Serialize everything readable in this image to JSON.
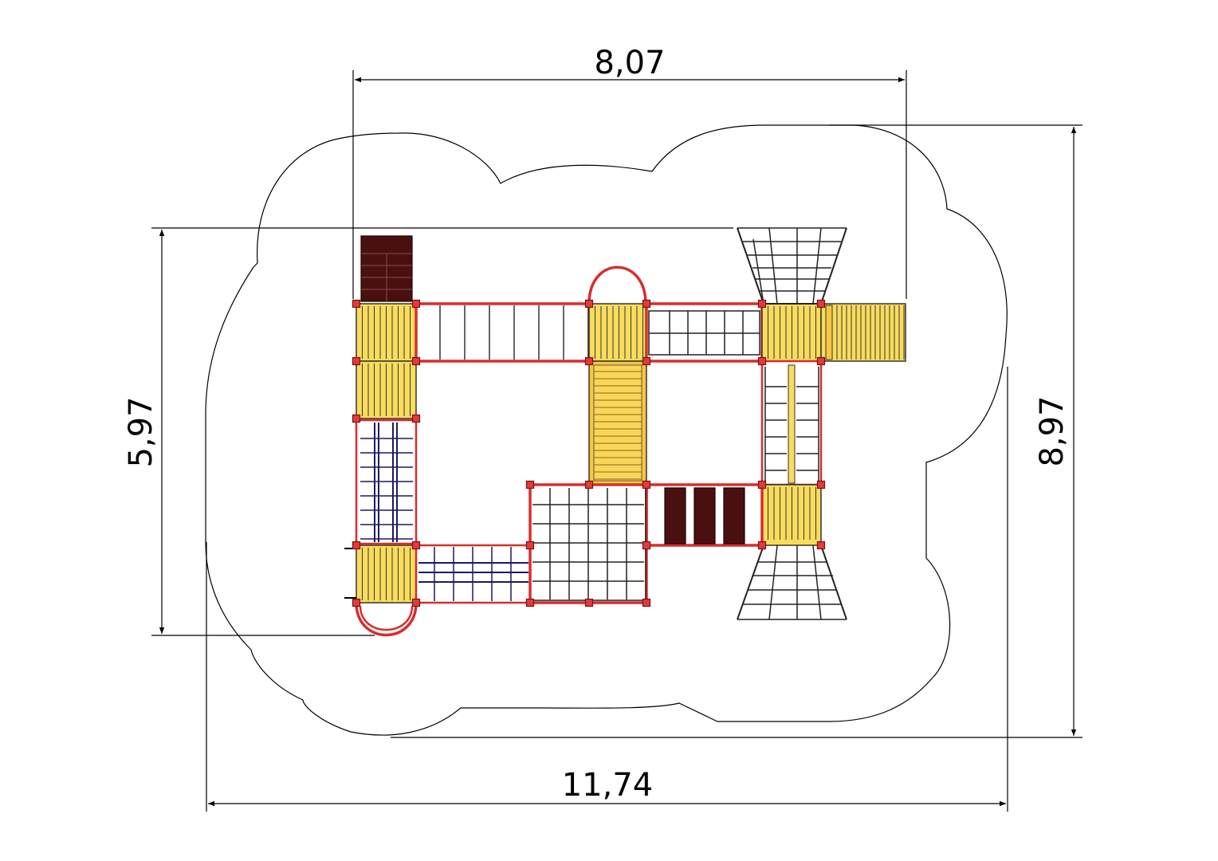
{
  "dimensions": {
    "top_width": "8,07",
    "left_height": "5,97",
    "right_height": "8,97",
    "bottom_width": "11,74"
  },
  "colors": {
    "deck_yellow": "#f9dc5c",
    "frame_red": "#d62e2e",
    "net_navy": "#1b1b5a",
    "panel_brown": "#4a1010",
    "line_black": "#000000"
  }
}
